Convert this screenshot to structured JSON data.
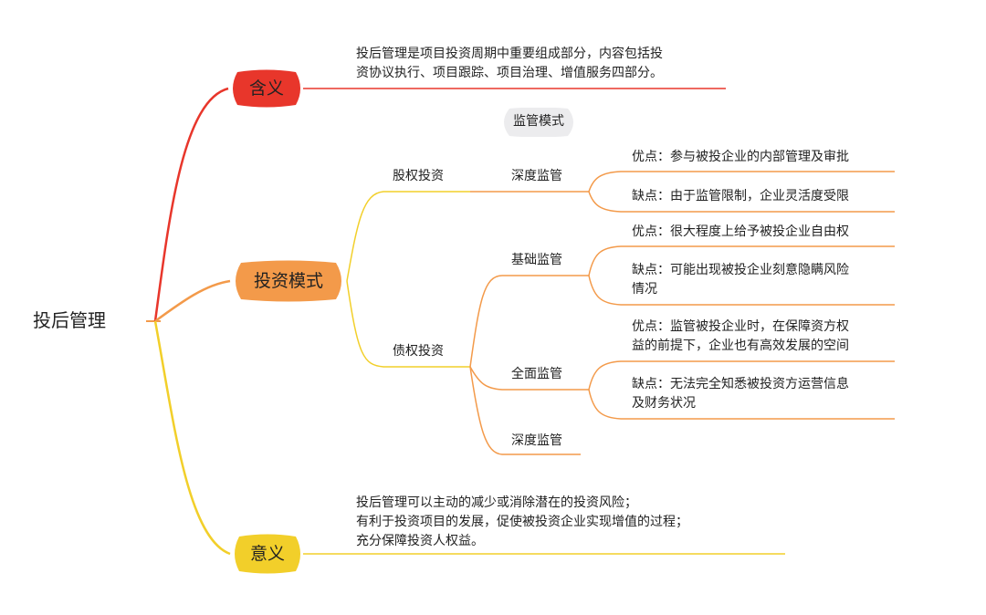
{
  "root": "投后管理",
  "colors": {
    "red": "#e8362b",
    "orange": "#f39a4a",
    "yellow": "#f2cf2a",
    "tag_bg": "#ececee"
  },
  "meaning": {
    "label": "含义",
    "text_lines": [
      "投后管理是项目投资周期中重要组成部分，内容包括投",
      "资协议执行、项目跟踪、项目治理、增值服务四部分。"
    ]
  },
  "mode": {
    "label": "投资模式",
    "tag": "监管模式",
    "equity": {
      "label": "股权投资",
      "deep": {
        "label": "深度监管",
        "pro": "优点：参与被投企业的内部管理及审批",
        "con": "缺点：由于监管限制，企业灵活度受限"
      }
    },
    "debt": {
      "label": "债权投资",
      "basic": {
        "label": "基础监管",
        "pro": "优点：很大程度上给予被投企业自由权",
        "con_lines": [
          "缺点：可能出现被投企业刻意隐瞒风险",
          "情况"
        ]
      },
      "full": {
        "label": "全面监管",
        "pro_lines": [
          "优点：监管被投企业时，在保障资方权",
          "益的前提下，企业也有高效发展的空间"
        ],
        "con_lines": [
          "缺点：无法完全知悉被投资方运营信息",
          "及财务状况"
        ]
      },
      "deep": {
        "label": "深度监管"
      }
    }
  },
  "significance": {
    "label": "意义",
    "text_lines": [
      "投后管理可以主动的减少或消除潜在的投资风险；",
      "有利于投资项目的发展，促使被投资企业实现增值的过程；",
      "充分保障投资人权益。"
    ]
  }
}
